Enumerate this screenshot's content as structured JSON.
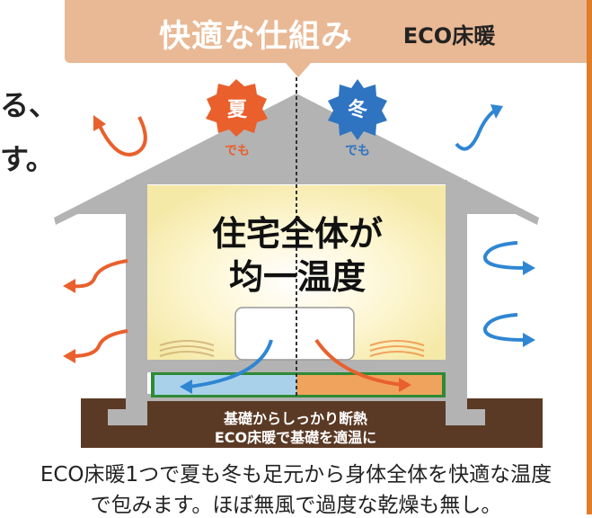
{
  "title": "快適な仕組み",
  "tag": "ECO床暖",
  "side_text": {
    "line1": "る、",
    "line2": "す。"
  },
  "seasons": {
    "summer": {
      "label": "夏",
      "sub": "でも",
      "color": "#e9602d"
    },
    "winter": {
      "label": "冬",
      "sub": "でも",
      "color": "#2f74c0"
    }
  },
  "house": {
    "center_line1": "住宅全体が",
    "center_line2": "均一温度"
  },
  "foundation": {
    "line1": "基礎からしっかり断熱",
    "line2": "ECO床暖で基礎を適温に"
  },
  "caption": {
    "line1": "ECO床暖1つで夏も冬も足元から身体全体を快適な温度",
    "line2": "で包みます。ほぼ無風で過度な乾燥も無し。"
  },
  "colors": {
    "banner": "#e9b894",
    "roof": "#b3b3b3",
    "interior_glow": "#fbf3c8",
    "ground": "#5b3a25",
    "floor_green": "#2e8a35",
    "floor_blue": "#a9d2ea",
    "floor_orange": "#efa35c",
    "arrow_orange": "#e9602d",
    "arrow_blue": "#2f86d3"
  }
}
